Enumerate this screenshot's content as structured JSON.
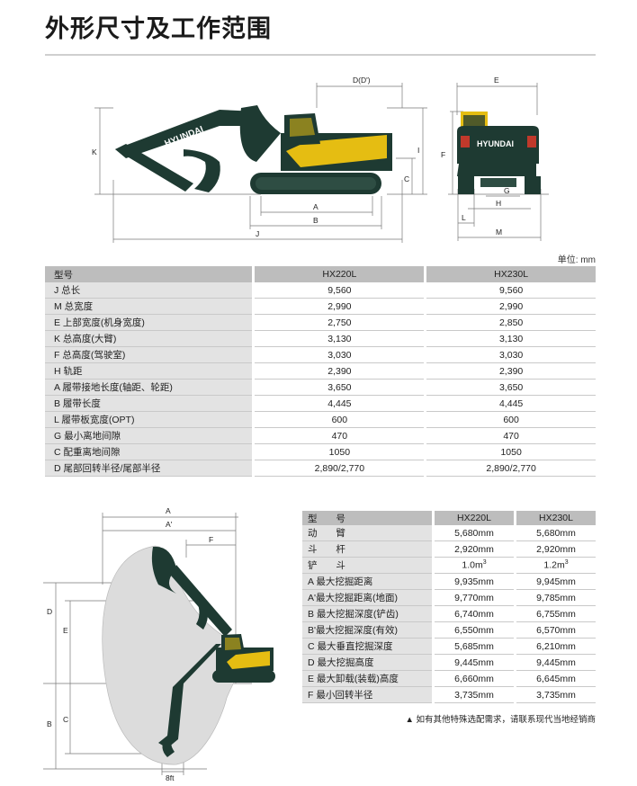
{
  "page_title": "外形尺寸及工作范围",
  "unit_label": "单位: mm",
  "brand_text": "HYUNDAI",
  "dimension_labels": {
    "D": "D(D')",
    "E": "E",
    "K": "K",
    "I": "I",
    "C": "C",
    "A": "A",
    "B": "B",
    "J": "J",
    "F": "F",
    "G": "G",
    "H": "H",
    "L": "L",
    "M": "M"
  },
  "range_labels": {
    "A": "A",
    "A_prime": "A'",
    "F": "F",
    "D": "D",
    "E": "E",
    "B": "B",
    "C": "C",
    "bottom": "8ft"
  },
  "dimensions_table": {
    "headers": [
      "型号",
      "HX220L",
      "HX230L"
    ],
    "rows": [
      [
        "J 总长",
        "9,560",
        "9,560"
      ],
      [
        "M 总宽度",
        "2,990",
        "2,990"
      ],
      [
        "E 上部宽度(机身宽度)",
        "2,750",
        "2,850"
      ],
      [
        "K 总高度(大臂)",
        "3,130",
        "3,130"
      ],
      [
        "F 总高度(驾驶室)",
        "3,030",
        "3,030"
      ],
      [
        "H 轨距",
        "2,390",
        "2,390"
      ],
      [
        "A 履带接地长度(轴距、轮距)",
        "3,650",
        "3,650"
      ],
      [
        "B 履带长度",
        "4,445",
        "4,445"
      ],
      [
        "L 履带板宽度(OPT)",
        "600",
        "600"
      ],
      [
        "G 最小离地间隙",
        "470",
        "470"
      ],
      [
        "C 配重离地间隙",
        "1050",
        "1050"
      ],
      [
        "D 尾部回转半径/尾部半径",
        "2,890/2,770",
        "2,890/2,770"
      ]
    ]
  },
  "range_table": {
    "headers": [
      "型 号",
      "HX220L",
      "HX230L"
    ],
    "rows": [
      {
        "label": "动 臂",
        "v1": "5,680mm",
        "v2": "5,680mm"
      },
      {
        "label": "斗 杆",
        "v1": "2,920mm",
        "v2": "2,920mm"
      },
      {
        "label": "铲 斗",
        "v1": "1.0m",
        "v1_sup": "3",
        "v2": "1.2m",
        "v2_sup": "3"
      },
      {
        "label": "A 最大挖掘距离",
        "v1": "9,935mm",
        "v2": "9,945mm"
      },
      {
        "label": "A'最大挖掘距离(地面)",
        "v1": "9,770mm",
        "v2": "9,785mm"
      },
      {
        "label": "B 最大挖掘深度(铲齿)",
        "v1": "6,740mm",
        "v2": "6,755mm"
      },
      {
        "label": "B'最大挖掘深度(有效)",
        "v1": "6,550mm",
        "v2": "6,570mm"
      },
      {
        "label": "C 最大垂直挖掘深度",
        "v1": "5,685mm",
        "v2": "6,210mm"
      },
      {
        "label": "D 最大挖掘高度",
        "v1": "9,445mm",
        "v2": "9,445mm"
      },
      {
        "label": "E 最大卸载(装载)高度",
        "v1": "6,660mm",
        "v2": "6,645mm"
      },
      {
        "label": "F 最小回转半径",
        "v1": "3,735mm",
        "v2": "3,735mm"
      }
    ]
  },
  "footnote": "▲ 如有其他特殊选配需求，请联系现代当地经销商",
  "colors": {
    "machine_dark": "#1e3a32",
    "machine_yellow": "#e5bd12",
    "range_fill": "#dcdcdc",
    "header_gray": "#bdbdbd",
    "label_gray": "#e3e3e3"
  }
}
